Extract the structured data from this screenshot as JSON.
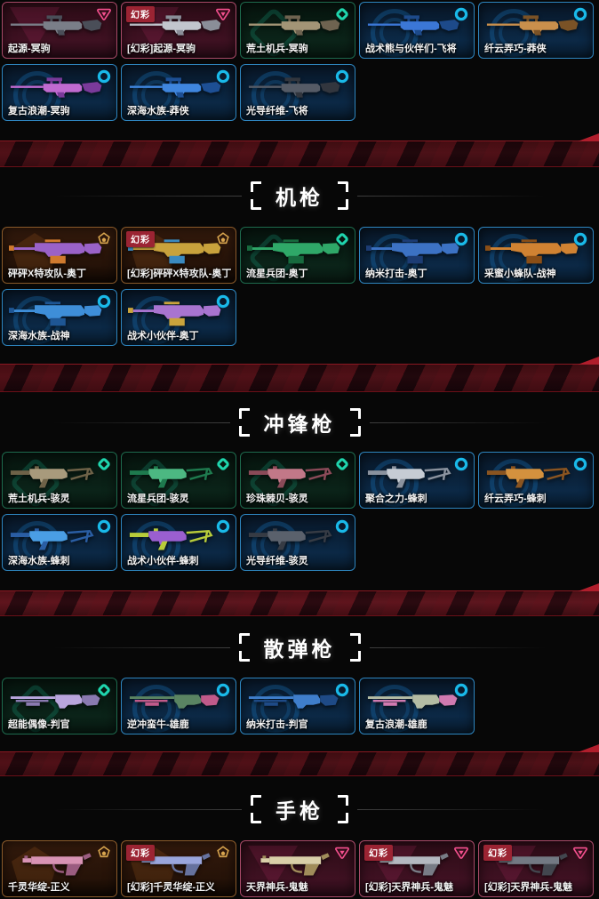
{
  "page": {
    "background": "#070707"
  },
  "chroma_badge": {
    "label": "幻彩",
    "bg": "#9b2433",
    "text_color": "#ffffff"
  },
  "tiers": {
    "premium": {
      "icon": "premium-triangle-icon",
      "color": "#f4508e",
      "border": "#a84a68"
    },
    "deluxe": {
      "icon": "deluxe-diamond-icon",
      "color": "#1fd6ae",
      "border": "#1e6b4e"
    },
    "select": {
      "icon": "select-circle-icon",
      "color": "#19b9e9",
      "border": "#2e86c0"
    },
    "exclusive": {
      "icon": "exclusive-crest-icon",
      "color": "#d9a64f",
      "border": "#8a5a2a"
    }
  },
  "sections": [
    {
      "id": "sniper",
      "title": "",
      "cards": [
        {
          "name": "起源-冥驹",
          "tier": "premium",
          "chroma": false,
          "weapon": "sniper",
          "gun_color": "#7a7e88",
          "gun_accent": "#4a4e58"
        },
        {
          "name": "[幻彩]起源-冥驹",
          "tier": "premium",
          "chroma": true,
          "weapon": "sniper",
          "gun_color": "#c2c6ce",
          "gun_accent": "#8a8e98"
        },
        {
          "name": "荒土机兵-冥驹",
          "tier": "deluxe",
          "chroma": false,
          "weapon": "sniper",
          "gun_color": "#a39576",
          "gun_accent": "#6e6350"
        },
        {
          "name": "战术熊与伙伴们-飞将",
          "tier": "select",
          "chroma": false,
          "weapon": "sniper",
          "gun_color": "#3b77d6",
          "gun_accent": "#1d4a8a"
        },
        {
          "name": "纤云弄巧-莽侠",
          "tier": "select",
          "chroma": false,
          "weapon": "sniper",
          "gun_color": "#c98f4c",
          "gun_accent": "#7a5226"
        },
        {
          "name": "复古浪潮-冥驹",
          "tier": "select",
          "chroma": false,
          "weapon": "sniper",
          "gun_color": "#c06ad0",
          "gun_accent": "#7a3a9a"
        },
        {
          "name": "深海水族-莽侠",
          "tier": "select",
          "chroma": false,
          "weapon": "sniper",
          "gun_color": "#3f86de",
          "gun_accent": "#1d4f94"
        },
        {
          "name": "光导纤维-飞将",
          "tier": "select",
          "chroma": false,
          "weapon": "sniper",
          "gun_color": "#555b66",
          "gun_accent": "#32363e"
        }
      ]
    },
    {
      "id": "machine-gun",
      "title": "机枪",
      "cards": [
        {
          "name": "砰砰X特攻队-奥丁",
          "tier": "exclusive",
          "chroma": false,
          "weapon": "lmg",
          "gun_color": "#9a62c8",
          "gun_accent": "#d07a2e"
        },
        {
          "name": "[幻彩]砰砰X特攻队-奥丁",
          "tier": "exclusive",
          "chroma": true,
          "weapon": "lmg",
          "gun_color": "#c8a23c",
          "gun_accent": "#3a8ac0"
        },
        {
          "name": "流星兵团-奥丁",
          "tier": "deluxe",
          "chroma": false,
          "weapon": "lmg",
          "gun_color": "#2fa868",
          "gun_accent": "#176a3e"
        },
        {
          "name": "纳米打击-奥丁",
          "tier": "select",
          "chroma": false,
          "weapon": "lmg",
          "gun_color": "#3c72c4",
          "gun_accent": "#1c3c74"
        },
        {
          "name": "采蜜小蜂队-战神",
          "tier": "select",
          "chroma": false,
          "weapon": "lmg",
          "gun_color": "#d08232",
          "gun_accent": "#8a4e16"
        },
        {
          "name": "深海水族-战神",
          "tier": "select",
          "chroma": false,
          "weapon": "lmg",
          "gun_color": "#3e8ed8",
          "gun_accent": "#1e5694"
        },
        {
          "name": "战术小伙伴-奥丁",
          "tier": "select",
          "chroma": false,
          "weapon": "lmg",
          "gun_color": "#a874d0",
          "gun_accent": "#caa43c"
        }
      ]
    },
    {
      "id": "smg",
      "title": "冲锋枪",
      "cards": [
        {
          "name": "荒土机兵-骇灵",
          "tier": "deluxe",
          "chroma": false,
          "weapon": "smg",
          "gun_color": "#a89a7c",
          "gun_accent": "#6e6248"
        },
        {
          "name": "流星兵团-骇灵",
          "tier": "deluxe",
          "chroma": false,
          "weapon": "smg",
          "gun_color": "#4cb882",
          "gun_accent": "#1e7a4e"
        },
        {
          "name": "珍珠棘贝-骇灵",
          "tier": "deluxe",
          "chroma": false,
          "weapon": "smg",
          "gun_color": "#c27888",
          "gun_accent": "#8a4a58"
        },
        {
          "name": "聚合之力-蜂刺",
          "tier": "select",
          "chroma": false,
          "weapon": "smg",
          "gun_color": "#c6ccd4",
          "gun_accent": "#8a929e"
        },
        {
          "name": "纤云弄巧-蜂刺",
          "tier": "select",
          "chroma": false,
          "weapon": "smg",
          "gun_color": "#d4913e",
          "gun_accent": "#8a5420"
        },
        {
          "name": "深海水族-蜂刺",
          "tier": "select",
          "chroma": false,
          "weapon": "smg",
          "gun_color": "#4a9ee4",
          "gun_accent": "#2a5ea4"
        },
        {
          "name": "战术小伙伴-蜂刺",
          "tier": "select",
          "chroma": false,
          "weapon": "smg",
          "gun_color": "#9a5fd0",
          "gun_accent": "#b8cc3a"
        },
        {
          "name": "光导纤维-骇灵",
          "tier": "select",
          "chroma": false,
          "weapon": "smg",
          "gun_color": "#5a616c",
          "gun_accent": "#363b44"
        }
      ]
    },
    {
      "id": "shotgun",
      "title": "散弹枪",
      "cards": [
        {
          "name": "超能偶像-判官",
          "tier": "deluxe",
          "chroma": false,
          "weapon": "shotgun",
          "gun_color": "#b9a6dd",
          "gun_accent": "#8a7ab0"
        },
        {
          "name": "逆冲蛮牛-雄鹿",
          "tier": "select",
          "chroma": false,
          "weapon": "shotgun",
          "gun_color": "#5a8462",
          "gun_accent": "#c05a8a"
        },
        {
          "name": "纳米打击-判官",
          "tier": "select",
          "chroma": false,
          "weapon": "shotgun",
          "gun_color": "#3f7ecb",
          "gun_accent": "#1e4a86"
        },
        {
          "name": "复古浪潮-雄鹿",
          "tier": "select",
          "chroma": false,
          "weapon": "shotgun",
          "gun_color": "#b4bca4",
          "gun_accent": "#d07ab0"
        }
      ]
    },
    {
      "id": "pistol",
      "title": "手枪",
      "cards": [
        {
          "name": "千灵华绽-正义",
          "tier": "exclusive",
          "chroma": false,
          "weapon": "pistol",
          "gun_color": "#d893b4",
          "gun_accent": "#9a5c80"
        },
        {
          "name": "[幻彩]千灵华绽-正义",
          "tier": "exclusive",
          "chroma": true,
          "weapon": "pistol",
          "gun_color": "#9aa6dc",
          "gun_accent": "#66729e"
        },
        {
          "name": "天界神兵-鬼魅",
          "tier": "premium",
          "chroma": false,
          "weapon": "pistol",
          "gun_color": "#d9cfa9",
          "gun_accent": "#a08c5a"
        },
        {
          "name": "[幻彩]天界神兵-鬼魅",
          "tier": "premium",
          "chroma": true,
          "weapon": "pistol",
          "gun_color": "#b4b8c0",
          "gun_accent": "#787c86"
        },
        {
          "name": "[幻彩]天界神兵-鬼魅",
          "tier": "premium",
          "chroma": true,
          "weapon": "pistol",
          "gun_color": "#737983",
          "gun_accent": "#42464e"
        }
      ]
    }
  ]
}
